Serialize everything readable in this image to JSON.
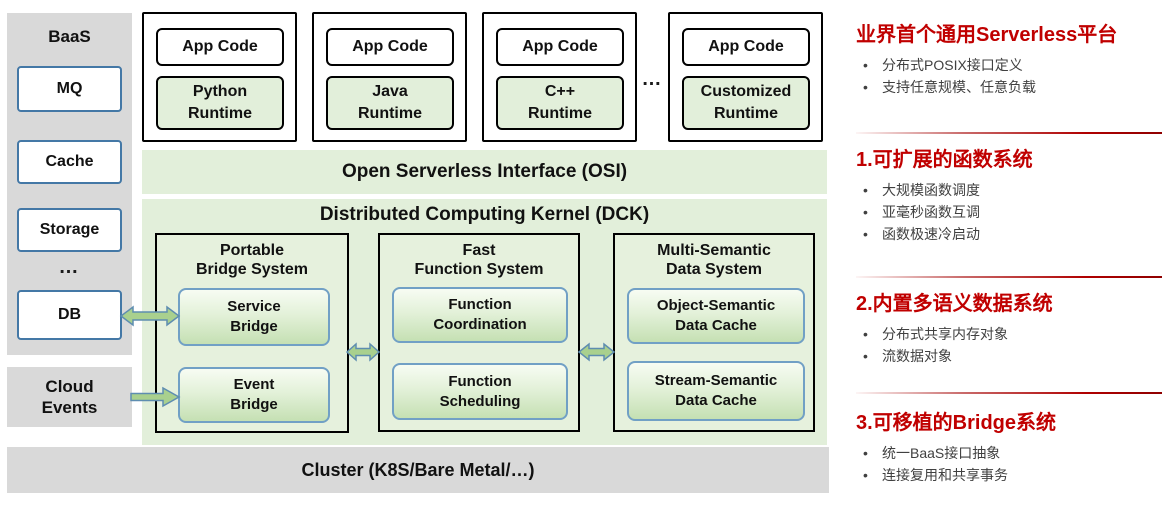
{
  "colors": {
    "accent_red": "#c00000",
    "panel_gray": "#d9d9d9",
    "light_green": "#e2efda",
    "box_border_blue": "#4478a6",
    "gbox_border_blue": "#71a0c5",
    "arrow_green": "#a9d08e"
  },
  "diagram": {
    "baas": {
      "title": "BaaS",
      "boxes": [
        "MQ",
        "Cache",
        "Storage",
        "DB"
      ],
      "ellipsis": "…"
    },
    "cloud_events": {
      "line1": "Cloud",
      "line2": "Events"
    },
    "runtime_cards": [
      {
        "app_label": "App Code",
        "runtime_line1": "Python",
        "runtime_line2": "Runtime"
      },
      {
        "app_label": "App Code",
        "runtime_line1": "Java",
        "runtime_line2": "Runtime"
      },
      {
        "app_label": "App Code",
        "runtime_line1": "C++",
        "runtime_line2": "Runtime"
      },
      {
        "app_label": "App Code",
        "runtime_line1": "Customized",
        "runtime_line2": "Runtime"
      }
    ],
    "cards_ellipsis": "…",
    "osi_label": "Open Serverless Interface (OSI)",
    "dck": {
      "title": "Distributed Computing Kernel (DCK)",
      "systems": [
        {
          "title_line1": "Portable",
          "title_line2": "Bridge System",
          "box1_line1": "Service",
          "box1_line2": "Bridge",
          "box2_line1": "Event",
          "box2_line2": "Bridge"
        },
        {
          "title_line1": "Fast",
          "title_line2": "Function System",
          "box1_line1": "Function",
          "box1_line2": "Coordination",
          "box2_line1": "Function",
          "box2_line2": "Scheduling"
        },
        {
          "title_line1": "Multi-Semantic",
          "title_line2": "Data System",
          "box1_line1": "Object-Semantic",
          "box1_line2": "Data Cache",
          "box2_line1": "Stream-Semantic",
          "box2_line2": "Data Cache"
        }
      ]
    },
    "cluster_label": "Cluster (K8S/Bare Metal/…)"
  },
  "sidebar": {
    "bullet_char": "•",
    "sections": [
      {
        "heading": "业界首个通用Serverless平台",
        "bullets": [
          "分布式POSIX接口定义",
          "支持任意规模、任意负载"
        ]
      },
      {
        "heading": "1.可扩展的函数系统",
        "bullets": [
          "大规模函数调度",
          "亚毫秒函数互调",
          "函数极速冷启动"
        ]
      },
      {
        "heading": "2.内置多语义数据系统",
        "bullets": [
          "分布式共享内存对象",
          "流数据对象"
        ]
      },
      {
        "heading": "3.可移植的Bridge系统",
        "bullets": [
          "统一BaaS接口抽象",
          "连接复用和共享事务"
        ]
      }
    ]
  }
}
